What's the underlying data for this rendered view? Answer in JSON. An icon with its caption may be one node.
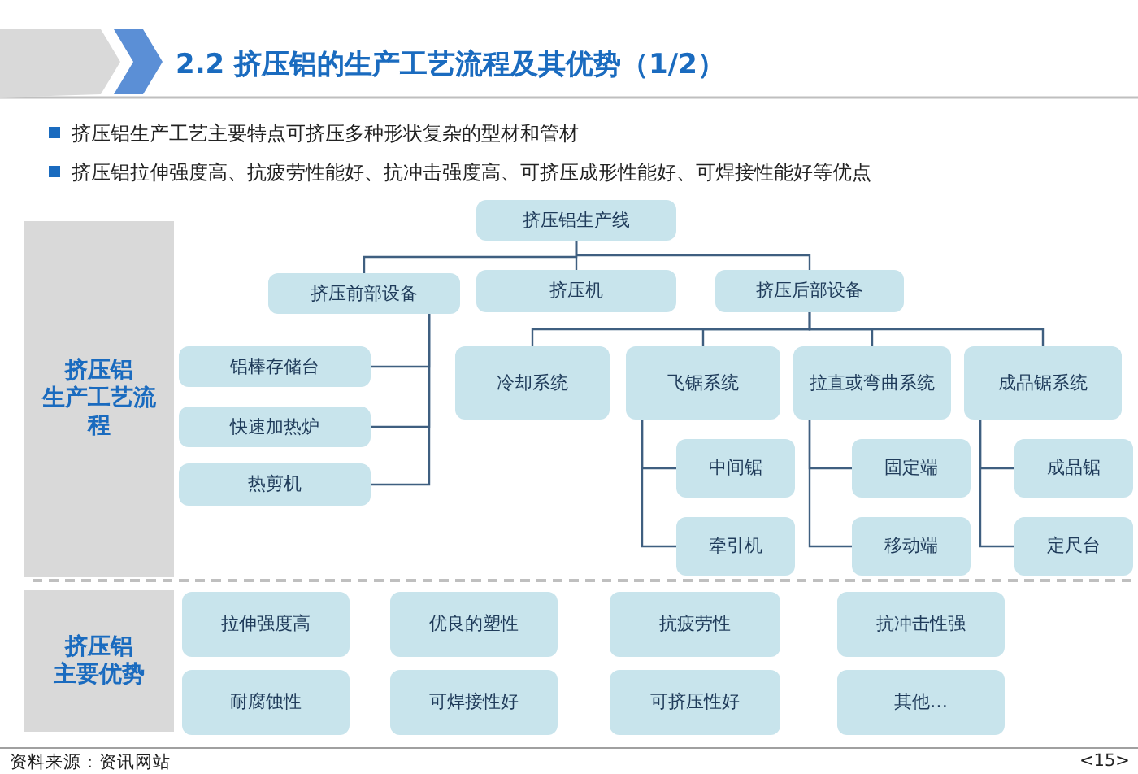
{
  "diagram": {
    "title": "2.2 挤压铝的生产工艺流程及其优势（1/2）",
    "nodes": [
      {
        "text": [
          "挤压铝生产线"
        ]
      },
      {
        "text": [
          "挤压前部设备"
        ]
      },
      {
        "text": [
          "挤压机"
        ]
      },
      {
        "text": [
          "挤压后部设备"
        ]
      },
      {
        "text": [
          "铝棒存储台"
        ]
      },
      {
        "text": [
          "快速加热炉"
        ]
      },
      {
        "text": [
          "热剪机"
        ]
      },
      {
        "text": [
          "冷却系统"
        ]
      },
      {
        "text": [
          "飞锯系统"
        ]
      },
      {
        "text": [
          "拉直或弯曲系统"
        ]
      },
      {
        "text": [
          "成品锯系统"
        ]
      },
      {
        "text": [
          "中间锯"
        ]
      },
      {
        "text": [
          "牵引机"
        ]
      },
      {
        "text": [
          "固定端"
        ]
      },
      {
        "text": [
          "移动端"
        ]
      },
      {
        "text": [
          "成品锯"
        ]
      },
      {
        "text": [
          "定尺台"
        ]
      },
      {
        "text": [
          "挤压铝生产工艺流程"
        ]
      },
      {
        "text": [
          "挤压铝主要优势"
        ]
      },
      {
        "text": [
          "拉伸强度高"
        ]
      },
      {
        "text": [
          "优良的塑性"
        ]
      },
      {
        "text": [
          "抗疲劳性"
        ]
      },
      {
        "text": [
          "抗冲击性强"
        ]
      },
      {
        "text": [
          "耐腐蚀性"
        ]
      },
      {
        "text": [
          "可焊接性好"
        ]
      },
      {
        "text": [
          "可挤压性好"
        ]
      },
      {
        "text": [
          "其他…"
        ]
      }
    ],
    "edges": [
      {
        "from": 0,
        "to": 1,
        "arrow": "none"
      },
      {
        "from": 0,
        "to": 2,
        "arrow": "none"
      },
      {
        "from": 0,
        "to": 3,
        "arrow": "none"
      },
      {
        "from": 1,
        "to": 4,
        "arrow": "none"
      },
      {
        "from": 1,
        "to": 5,
        "arrow": "none"
      },
      {
        "from": 1,
        "to": 6,
        "arrow": "none"
      },
      {
        "from": 3,
        "to": 7,
        "arrow": "none"
      },
      {
        "from": 3,
        "to": 8,
        "arrow": "none"
      },
      {
        "from": 3,
        "to": 9,
        "arrow": "none"
      },
      {
        "from": 3,
        "to": 10,
        "arrow": "none"
      },
      {
        "from": 8,
        "to": 11,
        "arrow": "none"
      },
      {
        "from": 8,
        "to": 12,
        "arrow": "none"
      },
      {
        "from": 9,
        "to": 13,
        "arrow": "none"
      },
      {
        "from": 9,
        "to": 14,
        "arrow": "none"
      },
      {
        "from": 10,
        "to": 15,
        "arrow": "none"
      },
      {
        "from": 10,
        "to": 16,
        "arrow": "none"
      }
    ],
    "labels": [
      "挤压铝生产工艺主要特点可挤压多种形状复杂的型材和管材",
      "挤压铝拉伸强度高、抗疲劳性能好、抗冲击强度高、可挤压成形性能好、可焊接性能好等优点",
      "资料来源：资讯网站",
      "<15>"
    ]
  }
}
